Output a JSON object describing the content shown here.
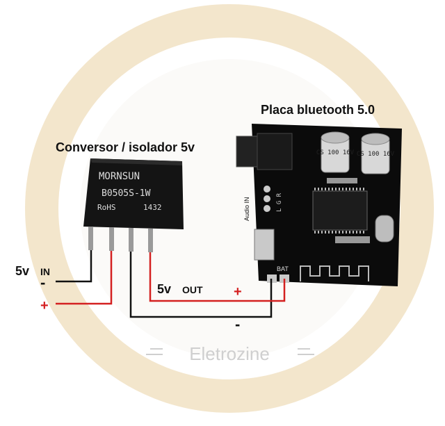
{
  "labels": {
    "board_title": "Placa bluetooth 5.0",
    "converter_title": "Conversor / isolador 5v",
    "input_label_prefix": "5v",
    "input_label_suffix": "IN",
    "output_label_prefix": "5v",
    "output_label_suffix": "OUT",
    "minus_in": "-",
    "plus_in": "+",
    "plus_out": "+",
    "minus_out": "-"
  },
  "converter": {
    "brand": "MORNSUN",
    "model": "B0505S-1W",
    "rohs": "RoHS",
    "code": "1432"
  },
  "board": {
    "audio_in": "Audio IN",
    "lgr": "L G R",
    "bat": "BAT",
    "cap1": "CS 100 16V",
    "cap2": "CS 100 16V"
  },
  "watermark": "Eletrozine",
  "colors": {
    "wire_red": "#d42020",
    "wire_black": "#111111",
    "ring": "#f3e6cc",
    "board": "#0b0b0b"
  }
}
